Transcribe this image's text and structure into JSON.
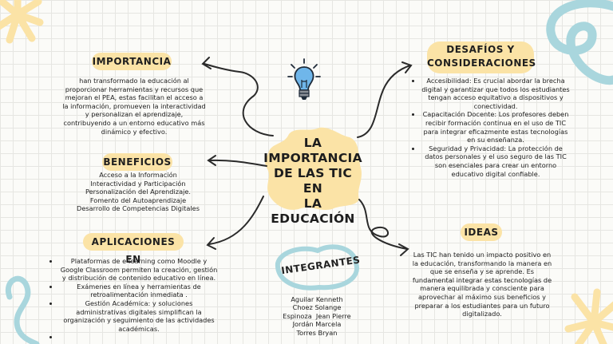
{
  "center": {
    "title": "LA\nIMPORTANCIA\nDE LAS TIC EN\nLA EDUCACIÓN"
  },
  "importancia": {
    "title": "IMPORTANCIA",
    "text": "han transformado la educación al proporcionar herramientas y recursos que mejoran el PEA, estas facilitan el acceso a la información, promueven la interactividad y personalizan el aprendizaje, contribuyendo a un entorno educativo más dinámico y efectivo."
  },
  "beneficios": {
    "title": "BENEFICIOS",
    "items": [
      "Acceso a la Información",
      "Interactividad y Participación",
      "Personalización del Aprendizaje.",
      "Fomento del Autoaprendizaje",
      "Desarrollo de Competencias Digitales"
    ]
  },
  "aplicaciones": {
    "title": "APLICACIONES EN",
    "items": [
      "Plataformas de e-learning como Moodle y Google Classroom permiten la creación, gestión y distribución de contenido educativo en línea.",
      "Exámenes en línea y herramientas de retroalimentación inmediata .",
      "Gestión Académica: y soluciones administrativas digitales simplifican la organización y seguimiento de las actividades académicas.",
      ""
    ]
  },
  "desafios": {
    "title_line1": "DESAFÍOS Y",
    "title_line2": "CONSIDERACIONES",
    "items": [
      "Accesibilidad: Es crucial abordar la brecha digital y garantizar que todos los estudiantes tengan acceso equitativo a dispositivos y conectividad.",
      "Capacitación Docente: Los profesores deben recibir formación continua en el uso de TIC para integrar eficazmente estas tecnologías en su enseñanza.",
      "Seguridad y Privacidad: La protección de datos personales y el uso seguro de las TIC son esenciales para crear un entorno educativo digital confiable."
    ]
  },
  "ideas": {
    "title": "IDEAS",
    "text": "Las TIC han tenido un impacto positivo en la educación, transformando la manera en que se enseña y se aprende. Es fundamental integrar estas tecnologías de manera equilibrada y consciente para aprovechar al máximo sus beneficios y preparar a los estudiantes para un futuro digitalizado."
  },
  "integrantes": {
    "title": "INTEGRANTES",
    "members": [
      "Aguilar Kenneth",
      "Choez Solange",
      "Espinoza  Jean Pierre",
      "Jordán Marcela",
      "Torres Bryan"
    ]
  },
  "icons": [
    "lightbulb-icon"
  ],
  "colors": {
    "pill": "#fbe3a6",
    "teal": "#a9d6dd",
    "yellow": "#fbe3a6"
  }
}
